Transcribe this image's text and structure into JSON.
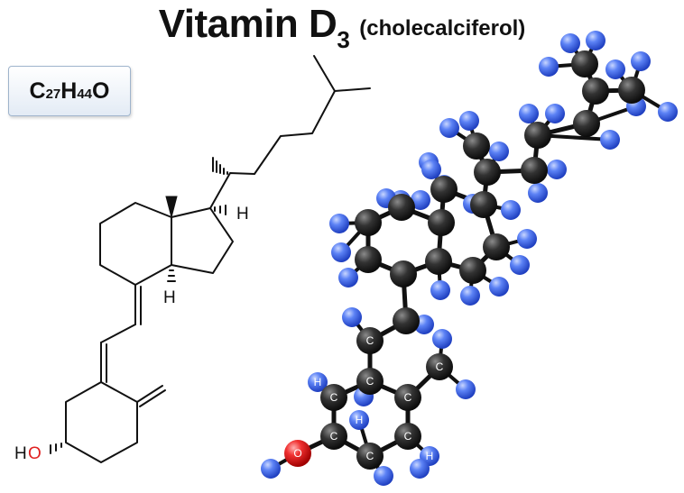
{
  "title": {
    "main": "Vitamin D",
    "subscript": "3",
    "paren": "(cholecalciferol)"
  },
  "formula": {
    "c": "C",
    "c_count": "27",
    "h": "H",
    "h_count": "44",
    "o": "O"
  },
  "skeletal_labels": {
    "h_top": "H",
    "h_bottom": "H",
    "ho_h": "H",
    "ho_o": "O"
  },
  "model_labels": {
    "carbon": "C",
    "hydrogen": "H",
    "oxygen": "O"
  },
  "colors": {
    "carbon": "#2a2a2a",
    "hydrogen": "#3d6cf0",
    "oxygen": "#e02020",
    "bond": "#111111",
    "formula_border": "#9fb4cc"
  }
}
